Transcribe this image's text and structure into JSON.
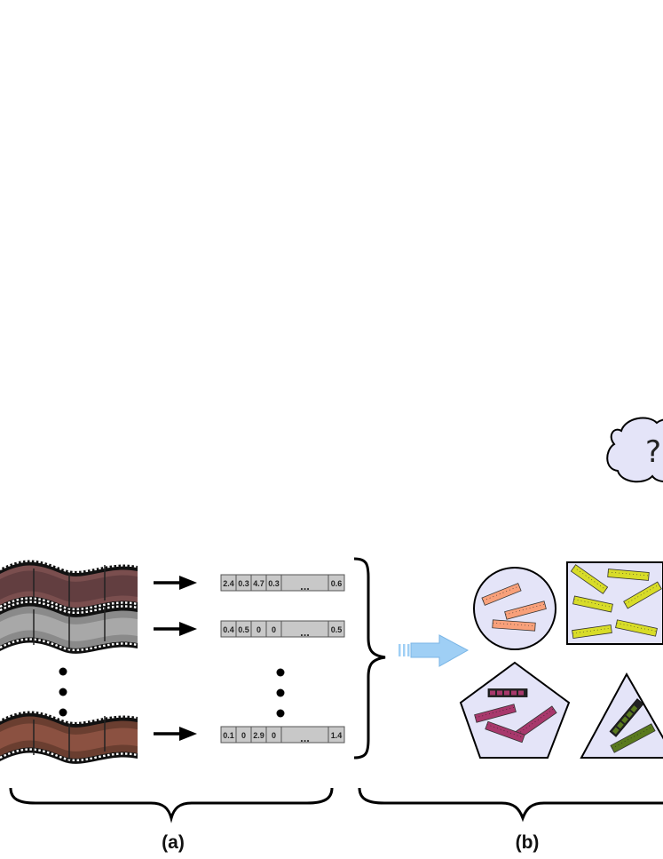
{
  "vectors": [
    {
      "id": "row1",
      "cells": [
        "2.4",
        "0.3",
        "4.7",
        "0.3"
      ],
      "ellipsis": "...",
      "last": "0.6"
    },
    {
      "id": "row2",
      "cells": [
        "0.4",
        "0.5",
        "0",
        "0"
      ],
      "ellipsis": "...",
      "last": "0.5"
    },
    {
      "id": "row3",
      "cells": [
        "0.1",
        "0",
        "2.9",
        "0"
      ],
      "ellipsis": "...",
      "last": "1.4"
    }
  ],
  "labels": {
    "panel_a": "(a)",
    "panel_b": "(b)"
  },
  "cloud": {
    "text": "?"
  },
  "colors": {
    "vector_cell": "#c8c8c8",
    "shape_fill": "#e4e4f8",
    "arrow_blue": "#9fcff5",
    "rulers_circle": "#f8a07a",
    "rulers_square": "#d8dc28",
    "rulers_pentagon": "#a8386c",
    "rulers_triangle": "#5a7a1e"
  }
}
